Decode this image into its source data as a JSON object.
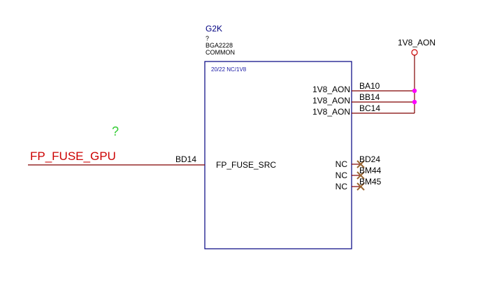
{
  "colors": {
    "wire": "#800000",
    "net_label": "#cc0000",
    "component_outline": "#000080",
    "junction": "#ff00ff",
    "no_connect": "#996633",
    "power_symbol": "#cc0000",
    "question_mark": "#33cc33"
  },
  "component": {
    "refdes": "G2K",
    "value": "?",
    "package": "BGA2228",
    "group": "COMMON",
    "section": "20/22 NC/1V8",
    "left_pin": {
      "name": "FP_FUSE_SRC",
      "number": "BD14"
    },
    "right_pins": [
      {
        "name": "1V8_AON",
        "number": "BA10"
      },
      {
        "name": "1V8_AON",
        "number": "BB14"
      },
      {
        "name": "1V8_AON",
        "number": "BC14"
      },
      {
        "name": "NC",
        "number": "BD24"
      },
      {
        "name": "NC",
        "number": "BM44"
      },
      {
        "name": "NC",
        "number": "BM45"
      }
    ]
  },
  "power_symbol": {
    "label": "1V8_AON"
  },
  "net_label": {
    "text": "FP_FUSE_GPU"
  },
  "annotation": {
    "text": "?"
  }
}
